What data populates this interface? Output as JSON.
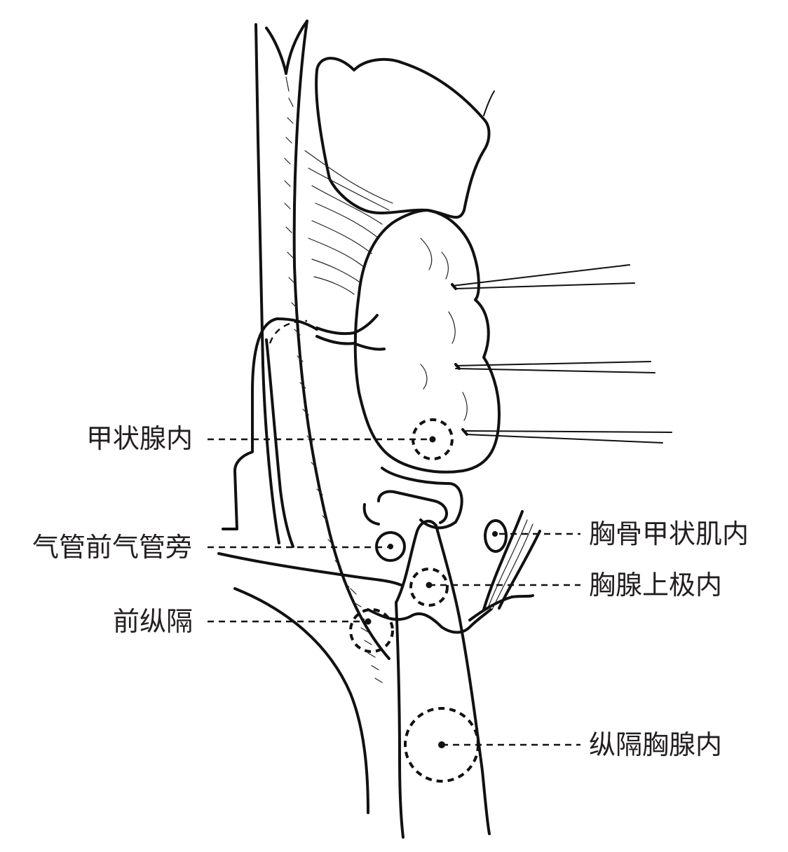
{
  "labels": {
    "intrathyroidal": "甲状腺内",
    "pretracheal_paratracheal": "气管前气管旁",
    "anterior_mediastinum": "前纵隔",
    "intra_sternothyroid": "胸骨甲状肌内",
    "thymus_upper_pole": "胸腺上极内",
    "mediastinal_thymus": "纵隔胸腺内"
  }
}
